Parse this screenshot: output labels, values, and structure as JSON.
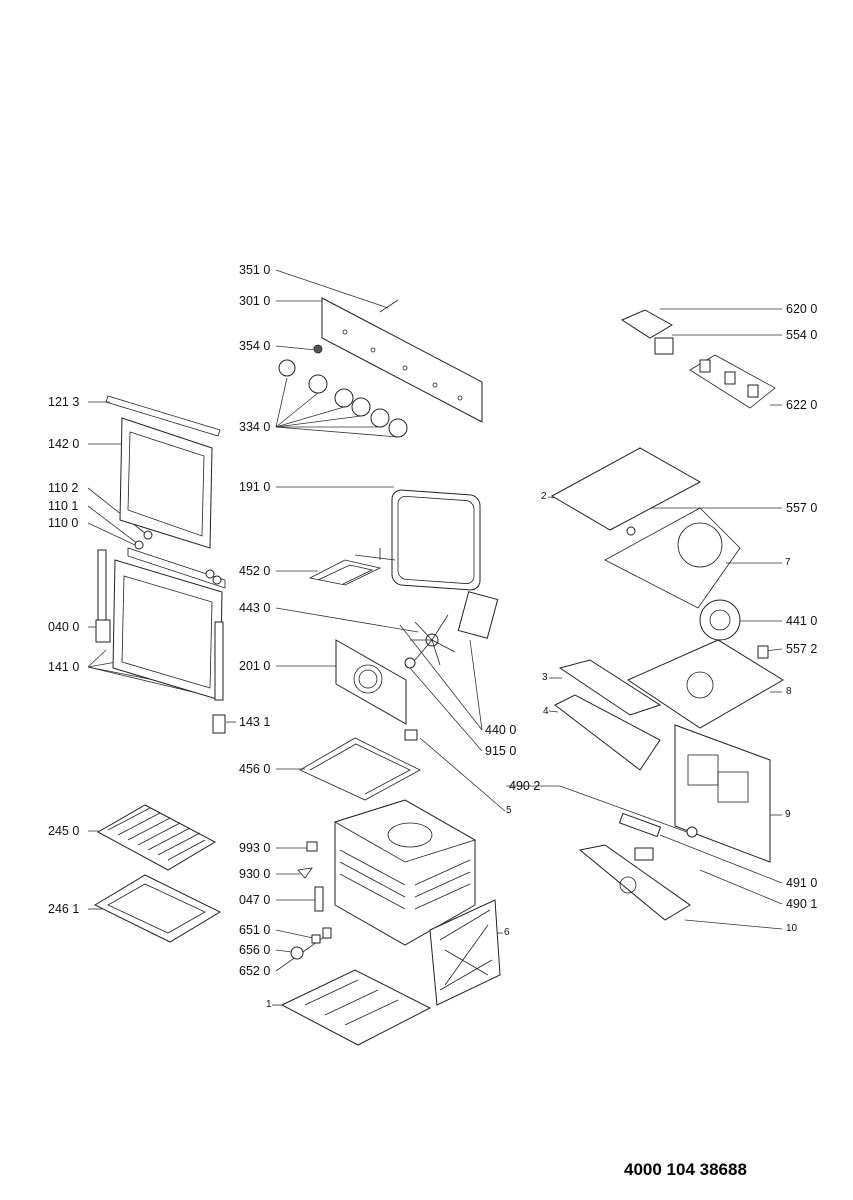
{
  "model_number": "4000 104 38688",
  "part_labels": [
    "351 0",
    "301 0",
    "354 0",
    "334 0",
    "191 0",
    "452 0",
    "443 0",
    "201 0",
    "456 0",
    "993 0",
    "930 0",
    "047 0",
    "651 0",
    "656 0",
    "652 0",
    "121 3",
    "142 0",
    "110 2",
    "110 1",
    "110 0",
    "040 0",
    "141 0",
    "143 1",
    "245 0",
    "246 1",
    "620 0",
    "554 0",
    "622 0",
    "557 0",
    "441 0",
    "557 2",
    "440 0",
    "915 0",
    "490 2",
    "491 0",
    "490 1"
  ],
  "callout_numbers": [
    "2",
    "7",
    "3",
    "4",
    "8",
    "5",
    "9",
    "6",
    "1",
    "10"
  ]
}
